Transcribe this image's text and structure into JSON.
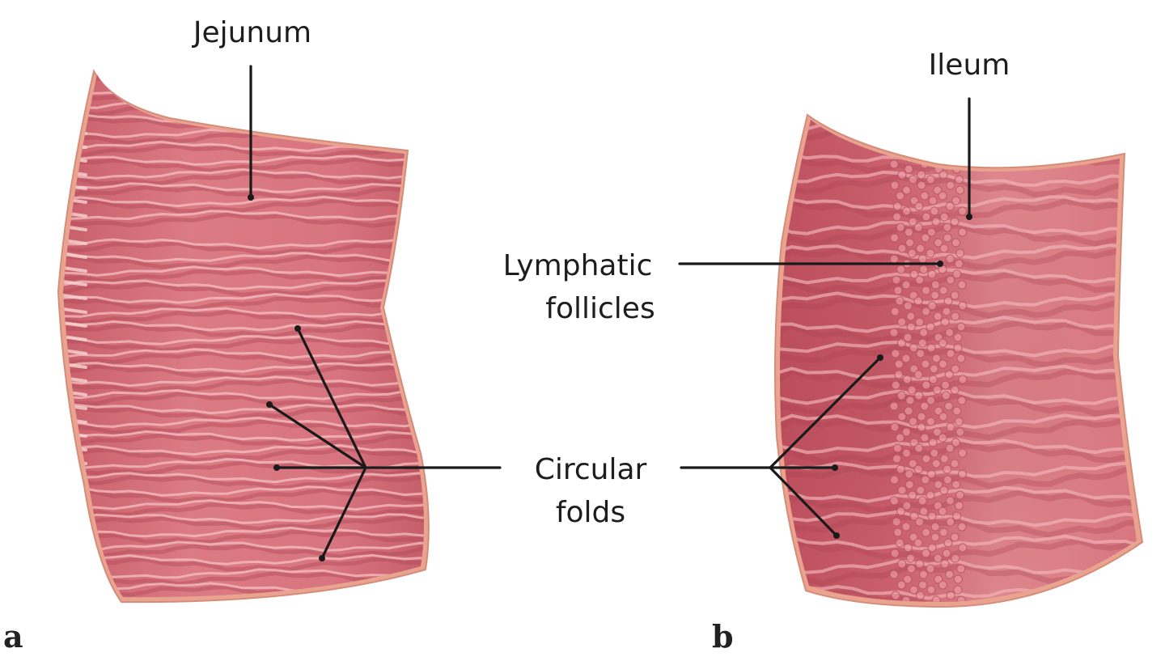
{
  "labels": {
    "jejunum": "Jejunum",
    "ileum": "Ileum",
    "lymphatic_line1": "Lymphatic",
    "lymphatic_line2": "follicles",
    "circular_line1": "Circular",
    "circular_line2": "folds"
  },
  "panels": {
    "a": "a",
    "b": "b"
  },
  "colors": {
    "mucosa": "#d9717a",
    "mucosa_dark": "#c25563",
    "fold_highlight": "#f3b3b7",
    "serosa_edge": "#e49a88",
    "leader_line": "#1a1a1a"
  }
}
